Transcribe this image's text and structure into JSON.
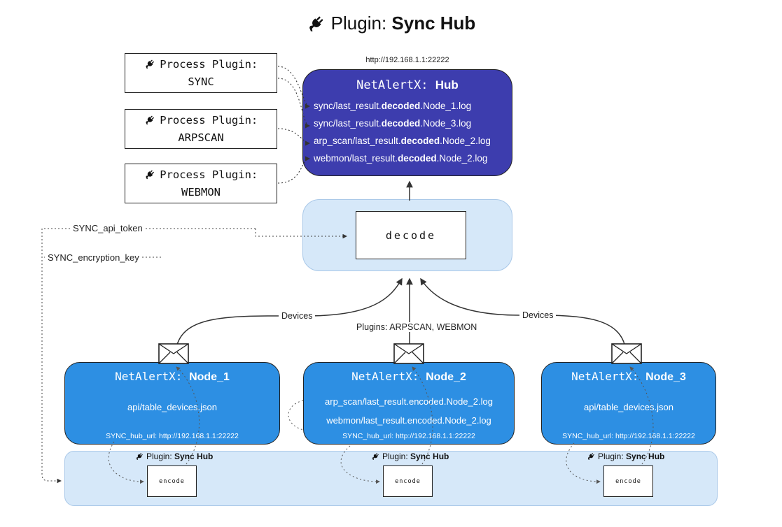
{
  "title": {
    "prefix": "Plugin: ",
    "bold": "Sync Hub"
  },
  "process_plugins": [
    {
      "label": "Process Plugin:",
      "name": "SYNC"
    },
    {
      "label": "Process Plugin:",
      "name": "ARPSCAN"
    },
    {
      "label": "Process Plugin:",
      "name": "WEBMON"
    }
  ],
  "hub": {
    "url": "http://192.168.1.1:22222",
    "title": {
      "prefix": "NetAlertX: ",
      "bold": "Hub"
    },
    "logs": [
      {
        "pre": "sync/last_result.",
        "bold": "decoded",
        "post": ".Node_1.log"
      },
      {
        "pre": "sync/last_result.",
        "bold": "decoded",
        "post": ".Node_3.log"
      },
      {
        "pre": "arp_scan/last_result.",
        "bold": "decoded",
        "post": ".Node_2.log"
      },
      {
        "pre": "webmon/last_result.",
        "bold": "decoded",
        "post": ".Node_2.log"
      }
    ]
  },
  "decode": {
    "label": "decode"
  },
  "config": {
    "api_token": "SYNC_api_token",
    "encryption_key": "SYNC_encryption_key"
  },
  "edge_labels": {
    "left": "Devices",
    "center": "Plugins: ARPSCAN, WEBMON",
    "right": "Devices"
  },
  "nodes": [
    {
      "title": {
        "prefix": "NetAlertX: ",
        "bold": "Node_1"
      },
      "lines": [
        "api/table_devices.json"
      ],
      "footer": "SYNC_hub_url: http://192.168.1.1:22222"
    },
    {
      "title": {
        "prefix": "NetAlertX: ",
        "bold": "Node_2"
      },
      "lines": [
        "arp_scan/last_result.encoded.Node_2.log",
        "webmon/last_result.encoded.Node_2.log"
      ],
      "footer": "SYNC_hub_url: http://192.168.1.1:22222"
    },
    {
      "title": {
        "prefix": "NetAlertX: ",
        "bold": "Node_3"
      },
      "lines": [
        "api/table_devices.json"
      ],
      "footer": "SYNC_hub_url: http://192.168.1.1:22222"
    }
  ],
  "encoders": [
    {
      "label": {
        "prefix": "Plugin: ",
        "bold": "Sync Hub"
      },
      "box": "encode"
    },
    {
      "label": {
        "prefix": "Plugin: ",
        "bold": "Sync Hub"
      },
      "box": "encode"
    },
    {
      "label": {
        "prefix": "Plugin: ",
        "bold": "Sync Hub"
      },
      "box": "encode"
    }
  ],
  "colors": {
    "hub_bg": "#3d3dae",
    "node_bg": "#2d8fe3",
    "light_bg": "#d6e8f9",
    "light_border": "#a9c8e8"
  }
}
